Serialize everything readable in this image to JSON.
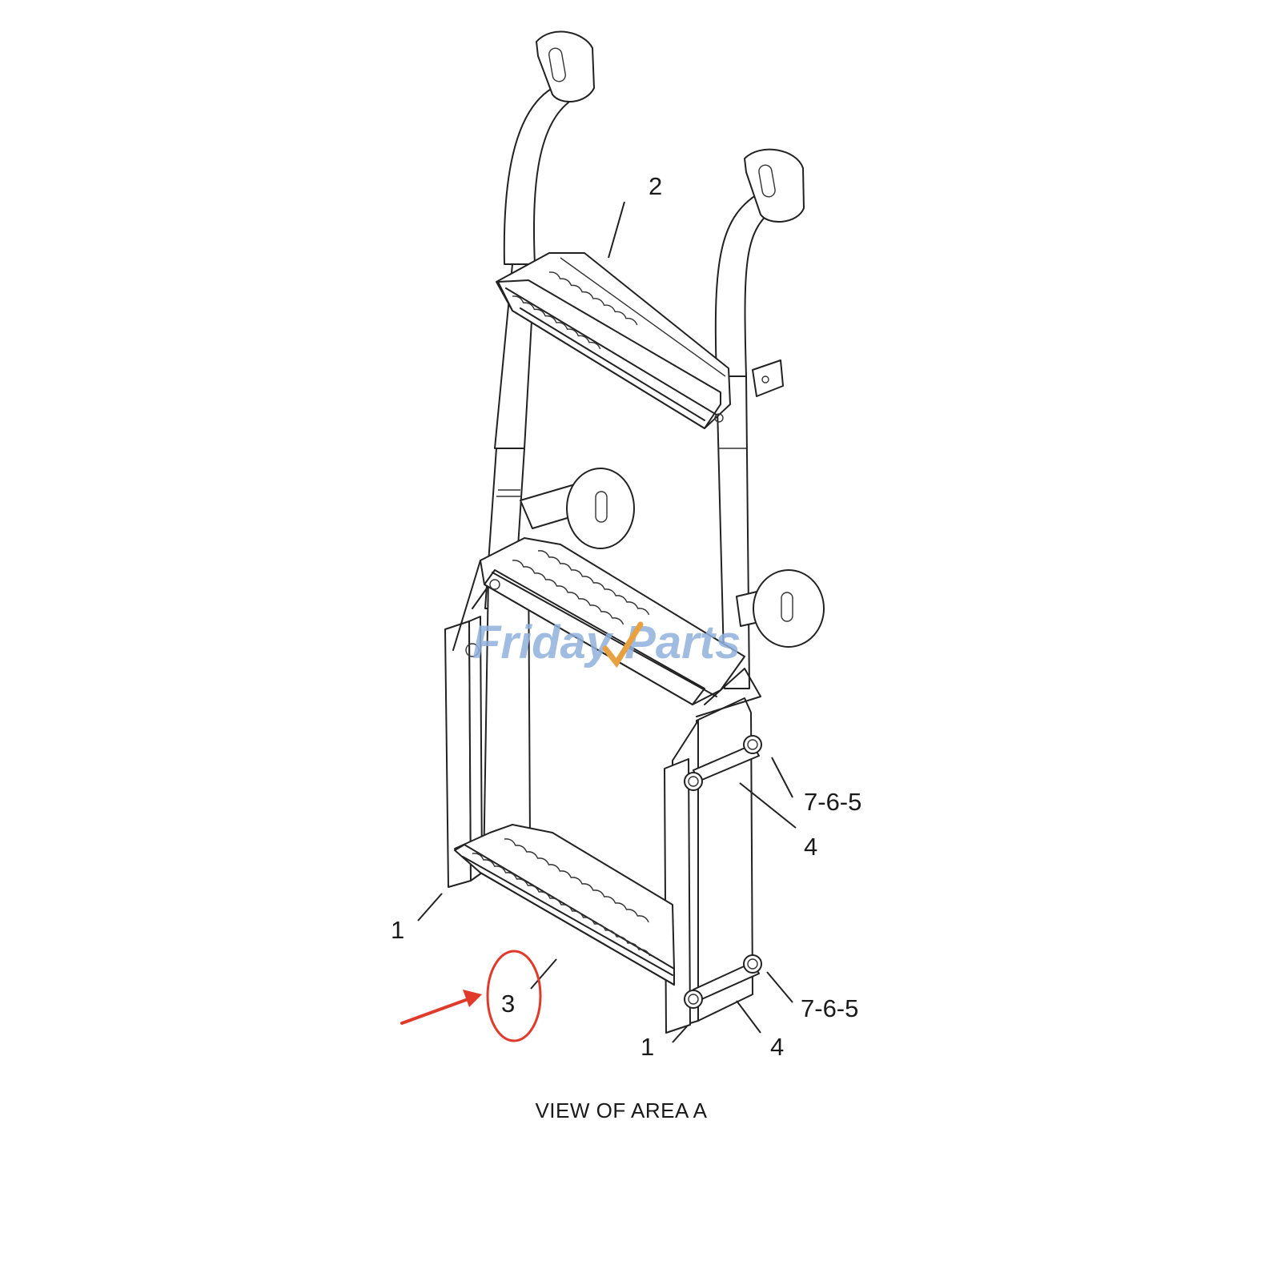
{
  "diagram": {
    "callouts": {
      "c2": "2",
      "c1_left": "1",
      "c3": "3",
      "c765_top": "7-6-5",
      "c4_top": "4",
      "c765_bottom": "7-6-5",
      "c4_bottom": "4",
      "c1_bottom": "1"
    },
    "caption": "VIEW OF AREA A",
    "watermark": "Friday Parts",
    "highlight_color": "#e03a2a",
    "watermark_color": "#8fb0dc"
  }
}
